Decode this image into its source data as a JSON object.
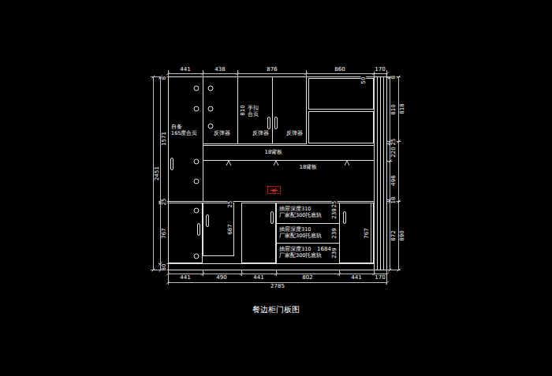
{
  "diagram": {
    "caption": "餐边柜门板图",
    "nodes": [
      {
        "text": [
          "自备 165度合页"
        ]
      },
      {
        "text": [
          "反弹器"
        ]
      },
      {
        "text": [
          "手扣 合页",
          "反弹器"
        ]
      },
      {
        "text": [
          "反弹器"
        ]
      },
      {
        "text": [
          "抽屉深度310 厂家配300托底轨"
        ]
      },
      {
        "text": [
          "抽屉深度310 厂家配300托底轨"
        ]
      },
      {
        "text": [
          "抽屉深度310 厂家配300托底轨"
        ]
      }
    ],
    "labels": [
      "441",
      "438",
      "876",
      "860",
      "170",
      "8",
      "1571",
      "25",
      "767",
      "80",
      "2451",
      "810",
      "50",
      "8",
      "810",
      "818",
      "25",
      "220",
      "498",
      "18",
      "872",
      "890",
      "18背板",
      "18背板",
      "25",
      "687",
      "25",
      "239",
      "239",
      "239",
      "1684",
      "767",
      "441",
      "490",
      "441",
      "802",
      "441",
      "170",
      "2785"
    ]
  }
}
